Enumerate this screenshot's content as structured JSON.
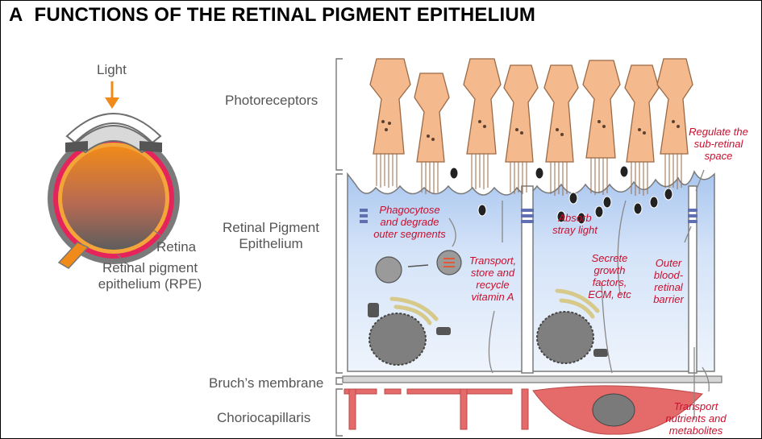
{
  "figure": {
    "panel_letter": "A",
    "title": "FUNCTIONS OF THE RETINAL PIGMENT EPITHELIUM"
  },
  "eye": {
    "light": "Light",
    "retina": "Retina",
    "rpe_line1": "Retinal pigment",
    "rpe_line2": "epithelium (RPE)"
  },
  "layers": {
    "photoreceptors": "Photoreceptors",
    "rpe_line1": "Retinal Pigment",
    "rpe_line2": "Epithelium",
    "bruchs": "Bruch’s membrane",
    "choriocapillaris": "Choriocapillaris"
  },
  "functions": {
    "phagocytose": [
      "Phagocytose",
      "and degrade",
      "outer segments"
    ],
    "vitamin_a": [
      "Transport,",
      "store and",
      "recycle",
      "vitamin A"
    ],
    "absorb": [
      "Absorb",
      "stray light"
    ],
    "secrete": [
      "Secrete",
      "growth",
      "factors,",
      "ECM, etc"
    ],
    "barrier": [
      "Outer",
      "blood-",
      "retinal",
      "barrier"
    ],
    "subretinal": [
      "Regulate the",
      "sub-retinal",
      "space"
    ],
    "transport": [
      "Transport",
      "nutrients and",
      "metabolites"
    ]
  },
  "colors": {
    "photoreceptor": "#f4b98c",
    "rpe": "#cfe0f7",
    "annotation": "#c8102e",
    "label": "#555555",
    "capillary": "#e56b6b"
  }
}
